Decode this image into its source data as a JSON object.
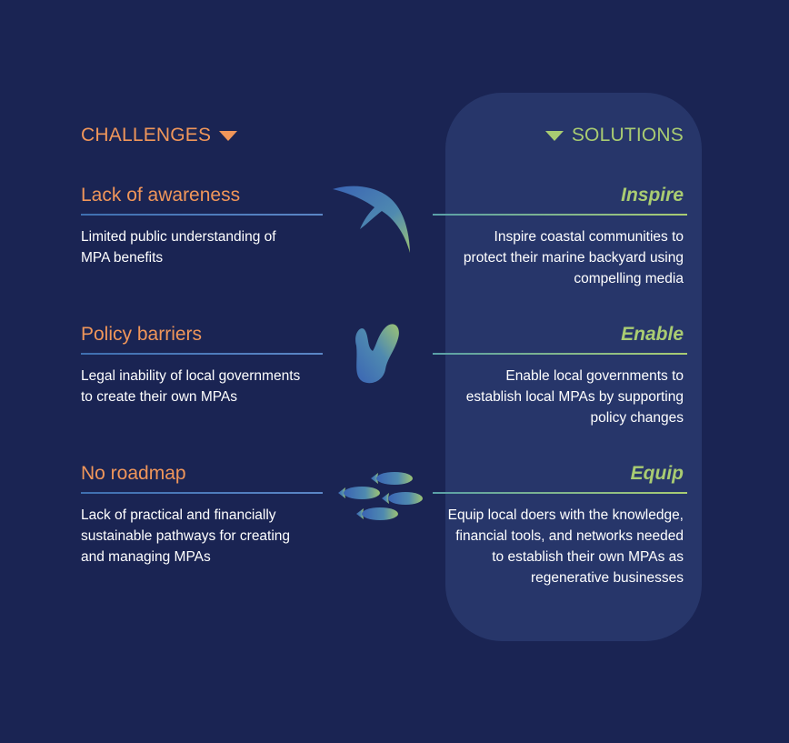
{
  "headers": {
    "challenges": "CHALLENGES",
    "solutions": "SOLUTIONS"
  },
  "rows": [
    {
      "challenge_title": "Lack of awareness",
      "challenge_desc": "Limited public understanding of MPA benefits",
      "icon": "bird-icon",
      "solution_title": "Inspire",
      "solution_desc": "Inspire coastal communities to protect their marine backyard using compelling media"
    },
    {
      "challenge_title": "Policy barriers",
      "challenge_desc": "Legal inability of local governments to create their own MPAs",
      "icon": "seaweed-icon",
      "solution_title": "Enable",
      "solution_desc": "Enable local governments to establish local MPAs by supporting policy changes"
    },
    {
      "challenge_title": "No roadmap",
      "challenge_desc": "Lack of practical and financially sustainable pathways for creating and managing MPAs",
      "icon": "fish-school-icon",
      "solution_title": "Equip",
      "solution_desc": "Equip local doers with the knowledge, financial tools, and networks needed to establish their own MPAs as regenerative businesses"
    }
  ],
  "colors": {
    "background": "#1a2453",
    "panel": "#27366a",
    "challenge_accent": "#f0965a",
    "solution_accent": "#a9cc72"
  }
}
